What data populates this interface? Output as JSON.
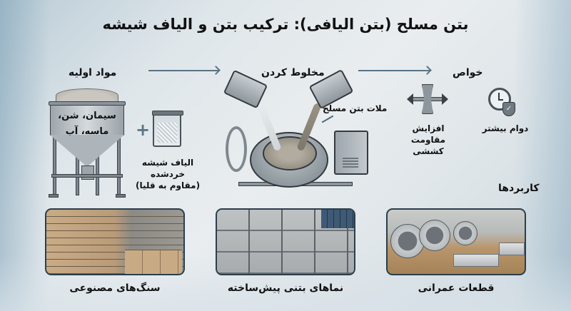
{
  "title": "بتن مسلح (بتن الیافی): ترکیب بتن و الیاف شیشه",
  "sections": {
    "raw_materials": "مواد اولیه",
    "mixing": "مخلوط کردن",
    "properties": "خواص",
    "applications": "کاربردها"
  },
  "raw_materials": {
    "silo_line1": "سیمان، شن،",
    "silo_line2": "ماسه، آب",
    "plus": "+",
    "fiber_line1": "الیاف شیشه",
    "fiber_line2": "خردشده",
    "fiber_line3": "(مقاوم به قلیا)"
  },
  "mixing": {
    "mortar_label": "ملات بتن مسلح"
  },
  "properties": [
    {
      "icon": "clock-shield-icon",
      "label": "دوام بیشتر"
    },
    {
      "icon": "tension-arrows-icon",
      "label_line1": "افزایش مقاومت",
      "label_line2": "کششی"
    }
  ],
  "applications": [
    {
      "image": "artificial-stones",
      "label": "سنگ‌های مصنوعی"
    },
    {
      "image": "precast-facade",
      "label": "نماهای بتنی پیش‌ساخته"
    },
    {
      "image": "civil-elements",
      "label": "قطعات عمرانی"
    }
  ],
  "colors": {
    "arrow": "#5a7385",
    "card_border": "#2c3e4c",
    "text": "#111111"
  }
}
